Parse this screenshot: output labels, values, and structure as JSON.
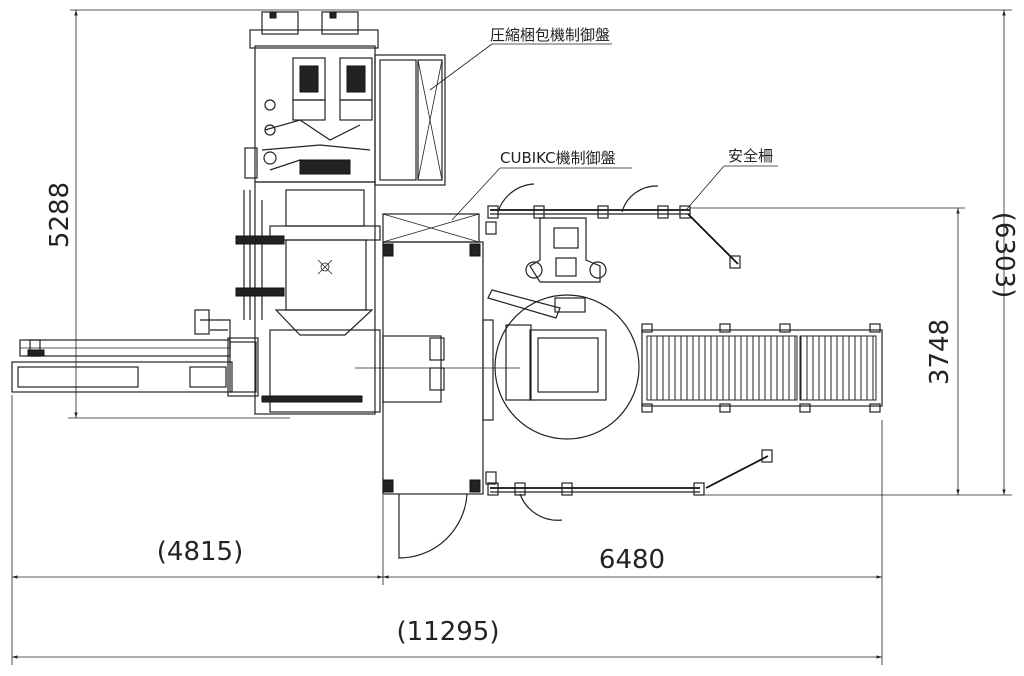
{
  "labels": {
    "compress_panel": "圧縮梱包機制御盤",
    "cubikc_panel": "CUBIKC機制御盤",
    "safety_fence": "安全柵"
  },
  "dimensions": {
    "height_left": "5288",
    "height_right_total": "(6303)",
    "height_right": "3748",
    "width_left": "(4815)",
    "width_right": "6480",
    "width_total": "(11295)"
  }
}
